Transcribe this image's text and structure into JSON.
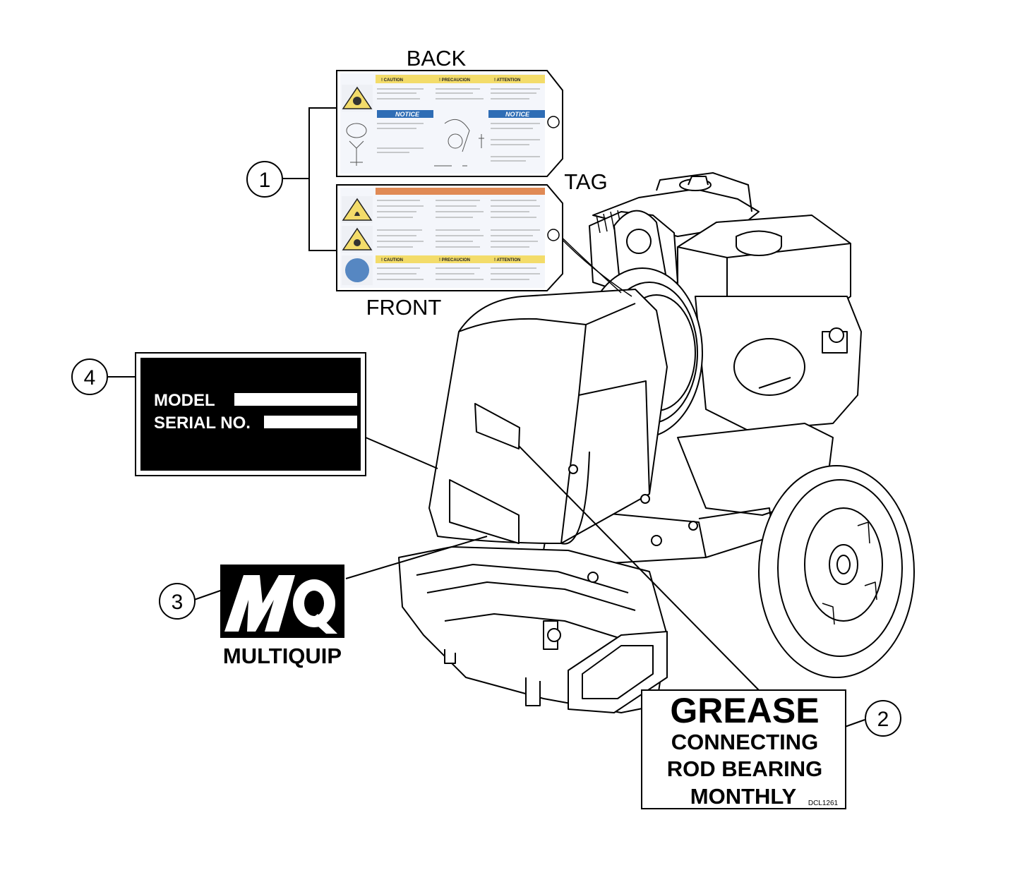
{
  "labels": {
    "back": "BACK",
    "tag": "TAG",
    "front": "FRONT"
  },
  "callouts": [
    "1",
    "2",
    "3",
    "4"
  ],
  "decal_id_plate": {
    "model_label": "MODEL",
    "serial_label": "SERIAL NO."
  },
  "decal_logo": {
    "brand": "MULTIQUIP",
    "monogram": "MQ"
  },
  "decal_grease": {
    "line1": "GREASE",
    "line2": "CONNECTING",
    "line3": "ROD BEARING",
    "line4": "MONTHLY",
    "code": "DCL1261"
  },
  "tag_back": {
    "headers": [
      "! CAUTION",
      "! PRECAUCION",
      "! ATTENTION"
    ],
    "notice": "NOTICE"
  },
  "tag_front": {
    "headers": [
      "! CAUTION",
      "! PRECAUCION",
      "! ATTENTION"
    ]
  },
  "colors": {
    "caution_yellow": "#f3dc6a",
    "notice_blue": "#2f6db5",
    "warning_orange": "#e08a55",
    "plate_black": "#000000"
  }
}
